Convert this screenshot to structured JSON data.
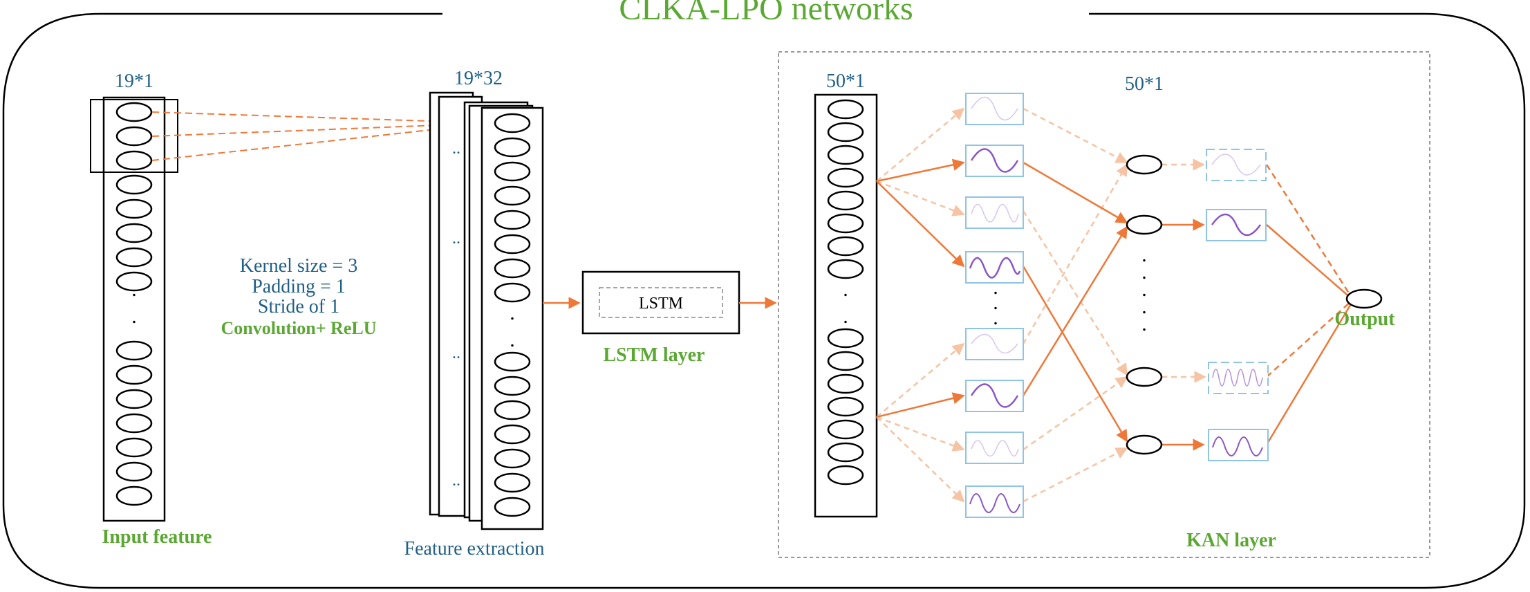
{
  "title": "CLKA-LPO networks",
  "input": {
    "dim_label": "19*1",
    "caption": "Input feature"
  },
  "conv": {
    "dim_label": "19*32",
    "caption": "Feature extraction",
    "params": [
      "Kernel size = 3",
      "Padding = 1",
      "Stride of 1"
    ],
    "op_label": "Convolution+ ReLU"
  },
  "lstm": {
    "inner_label": "LSTM",
    "caption": "LSTM layer"
  },
  "kan": {
    "input_dim_label": "50*1",
    "hidden_dim_label": "50*1",
    "output_label": "Output",
    "caption": "KAN layer"
  },
  "colors": {
    "title_green": "#5aa832",
    "label_blue": "#1f5f86",
    "arrow_orange": "#ee7838",
    "arrow_faded": "#f6c3a4",
    "box_blue": "#8fc4e4",
    "wave_purple": "#8a55c8"
  }
}
